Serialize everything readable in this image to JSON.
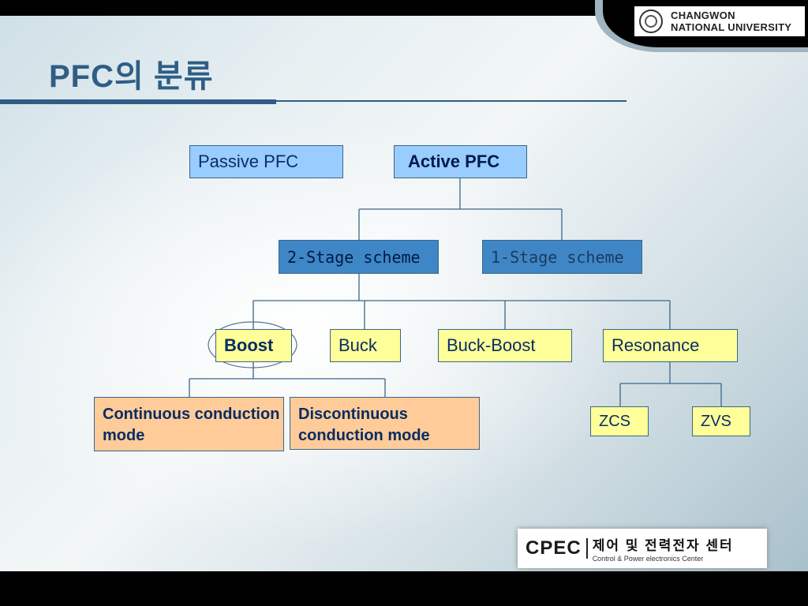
{
  "logo": {
    "line1": "CHANGWON",
    "line2": "NATIONAL UNIVERSITY"
  },
  "title": "PFC의 분류",
  "nodes": {
    "passive_pfc": "Passive PFC",
    "active_pfc": "Active PFC",
    "two_stage": "2-Stage scheme",
    "one_stage": "1-Stage scheme",
    "boost": "Boost",
    "buck": "Buck",
    "buck_boost": "Buck-Boost",
    "resonance": "Resonance",
    "ccm": "Continuous conduction mode",
    "dcm": "Discontinuous conduction mode",
    "zcs": "ZCS",
    "zvs": "ZVS"
  },
  "footer_logo": {
    "main": "CPEC",
    "korean": "제어 및 전력전자 센터",
    "english": "Control & Power electronics Center"
  },
  "colors": {
    "title": "#2f5d85",
    "light_blue_box": "#99ccff",
    "dark_blue_box": "#3f86c6",
    "yellow_box": "#ffff99",
    "orange_box": "#ffcc99",
    "line": "#3b6688"
  }
}
